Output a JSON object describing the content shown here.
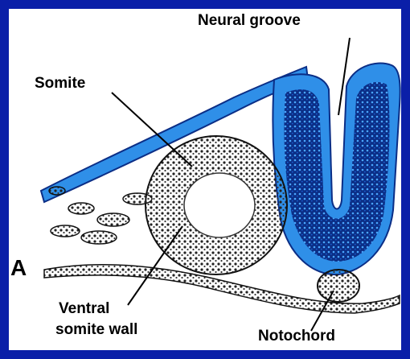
{
  "labels": {
    "neural_groove": "Neural groove",
    "somite": "Somite",
    "panel_letter": "A",
    "ventral_somite_wall_line1": "Ventral",
    "ventral_somite_wall_line2": "somite wall",
    "notochord": "Notochord"
  },
  "colors": {
    "background_border": "#0a1fa8",
    "neural_tube_light": "#2f8fe8",
    "neural_tube_dark": "#0b2e86",
    "stipple": "#222222"
  }
}
